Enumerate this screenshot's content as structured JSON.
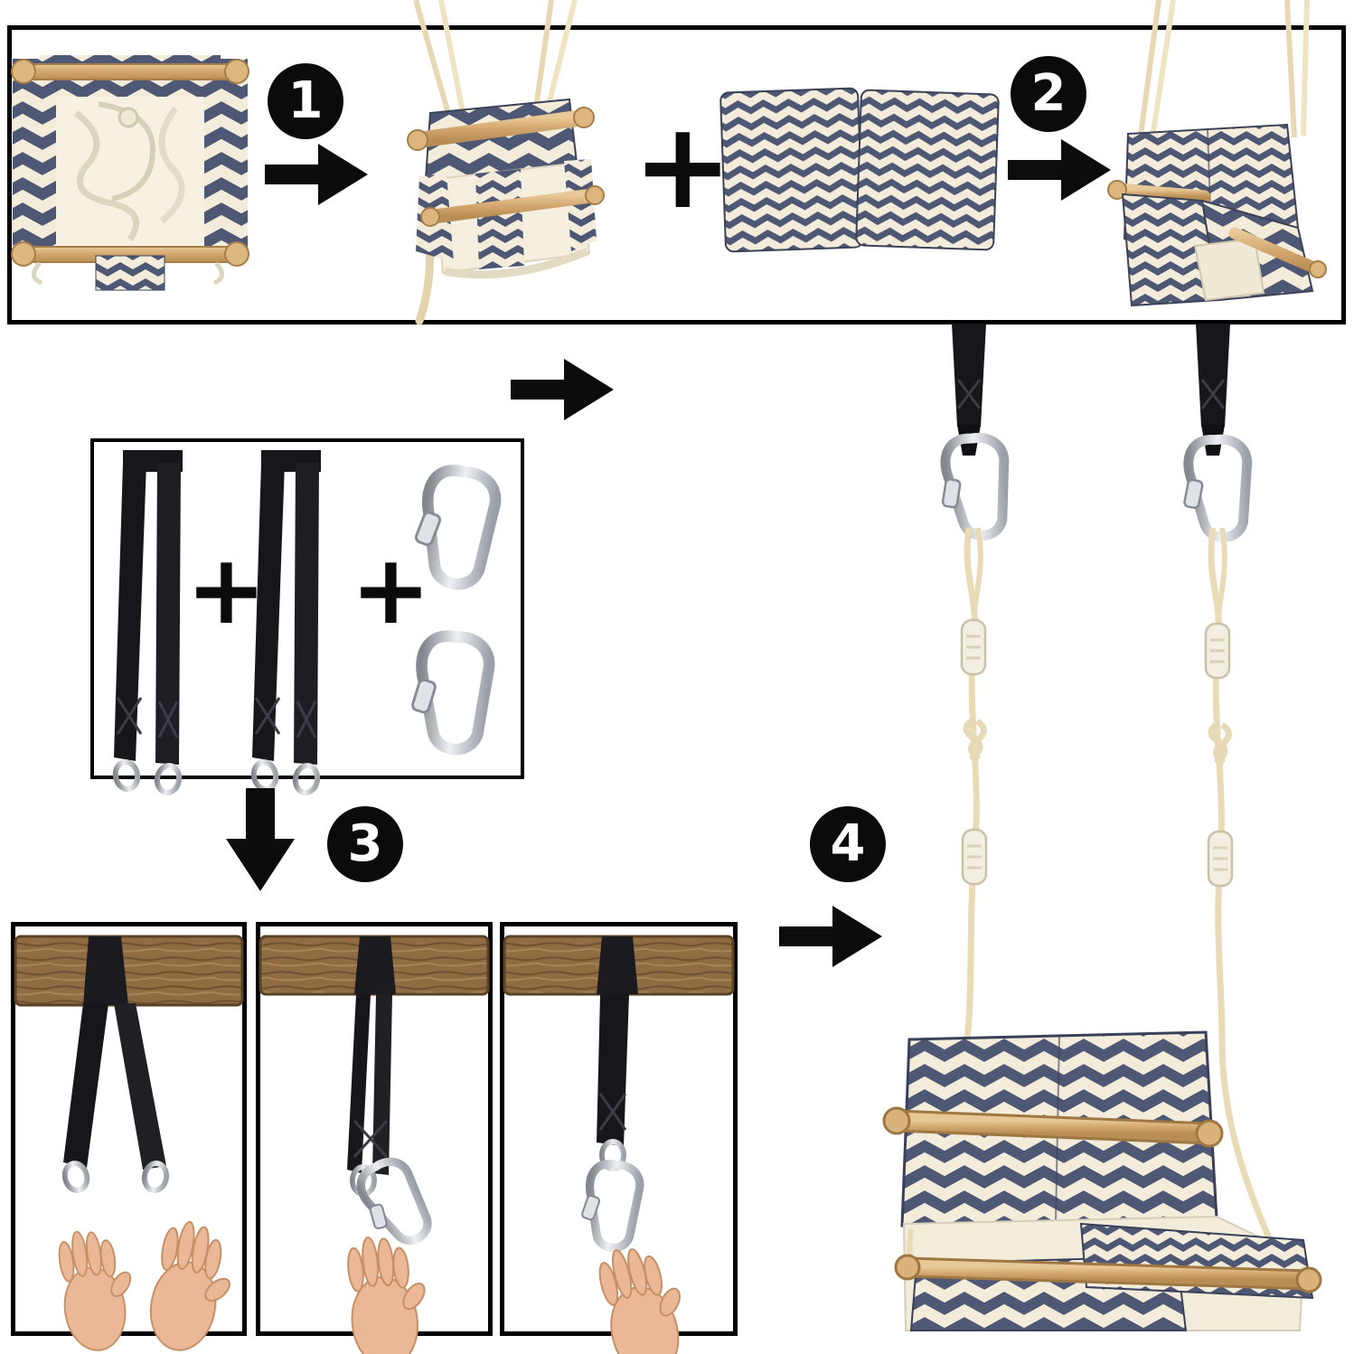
{
  "diagram": {
    "steps": [
      {
        "id": "step-1",
        "number": "1"
      },
      {
        "id": "step-2",
        "number": "2"
      },
      {
        "id": "step-3",
        "number": "3"
      },
      {
        "id": "step-4",
        "number": "4"
      }
    ],
    "symbols": {
      "plus": "+"
    },
    "icons": {
      "arrow_right": "arrow-right-icon",
      "arrow_down": "arrow-down-icon",
      "step_badge": "step-number-badge",
      "carabiner": "carabiner-icon",
      "d_ring": "d-ring-icon"
    },
    "colors": {
      "chevron_navy": "#4e5773",
      "canvas_cream": "#f3ecda",
      "wood_tan": "#d2a66e",
      "strap_black": "#17171b",
      "metal_silver": "#c7cbd1",
      "branch_brown": "#8f6c42",
      "rope_cream": "#e9dcba",
      "skin": "#eab897",
      "border_black": "#000000"
    }
  }
}
